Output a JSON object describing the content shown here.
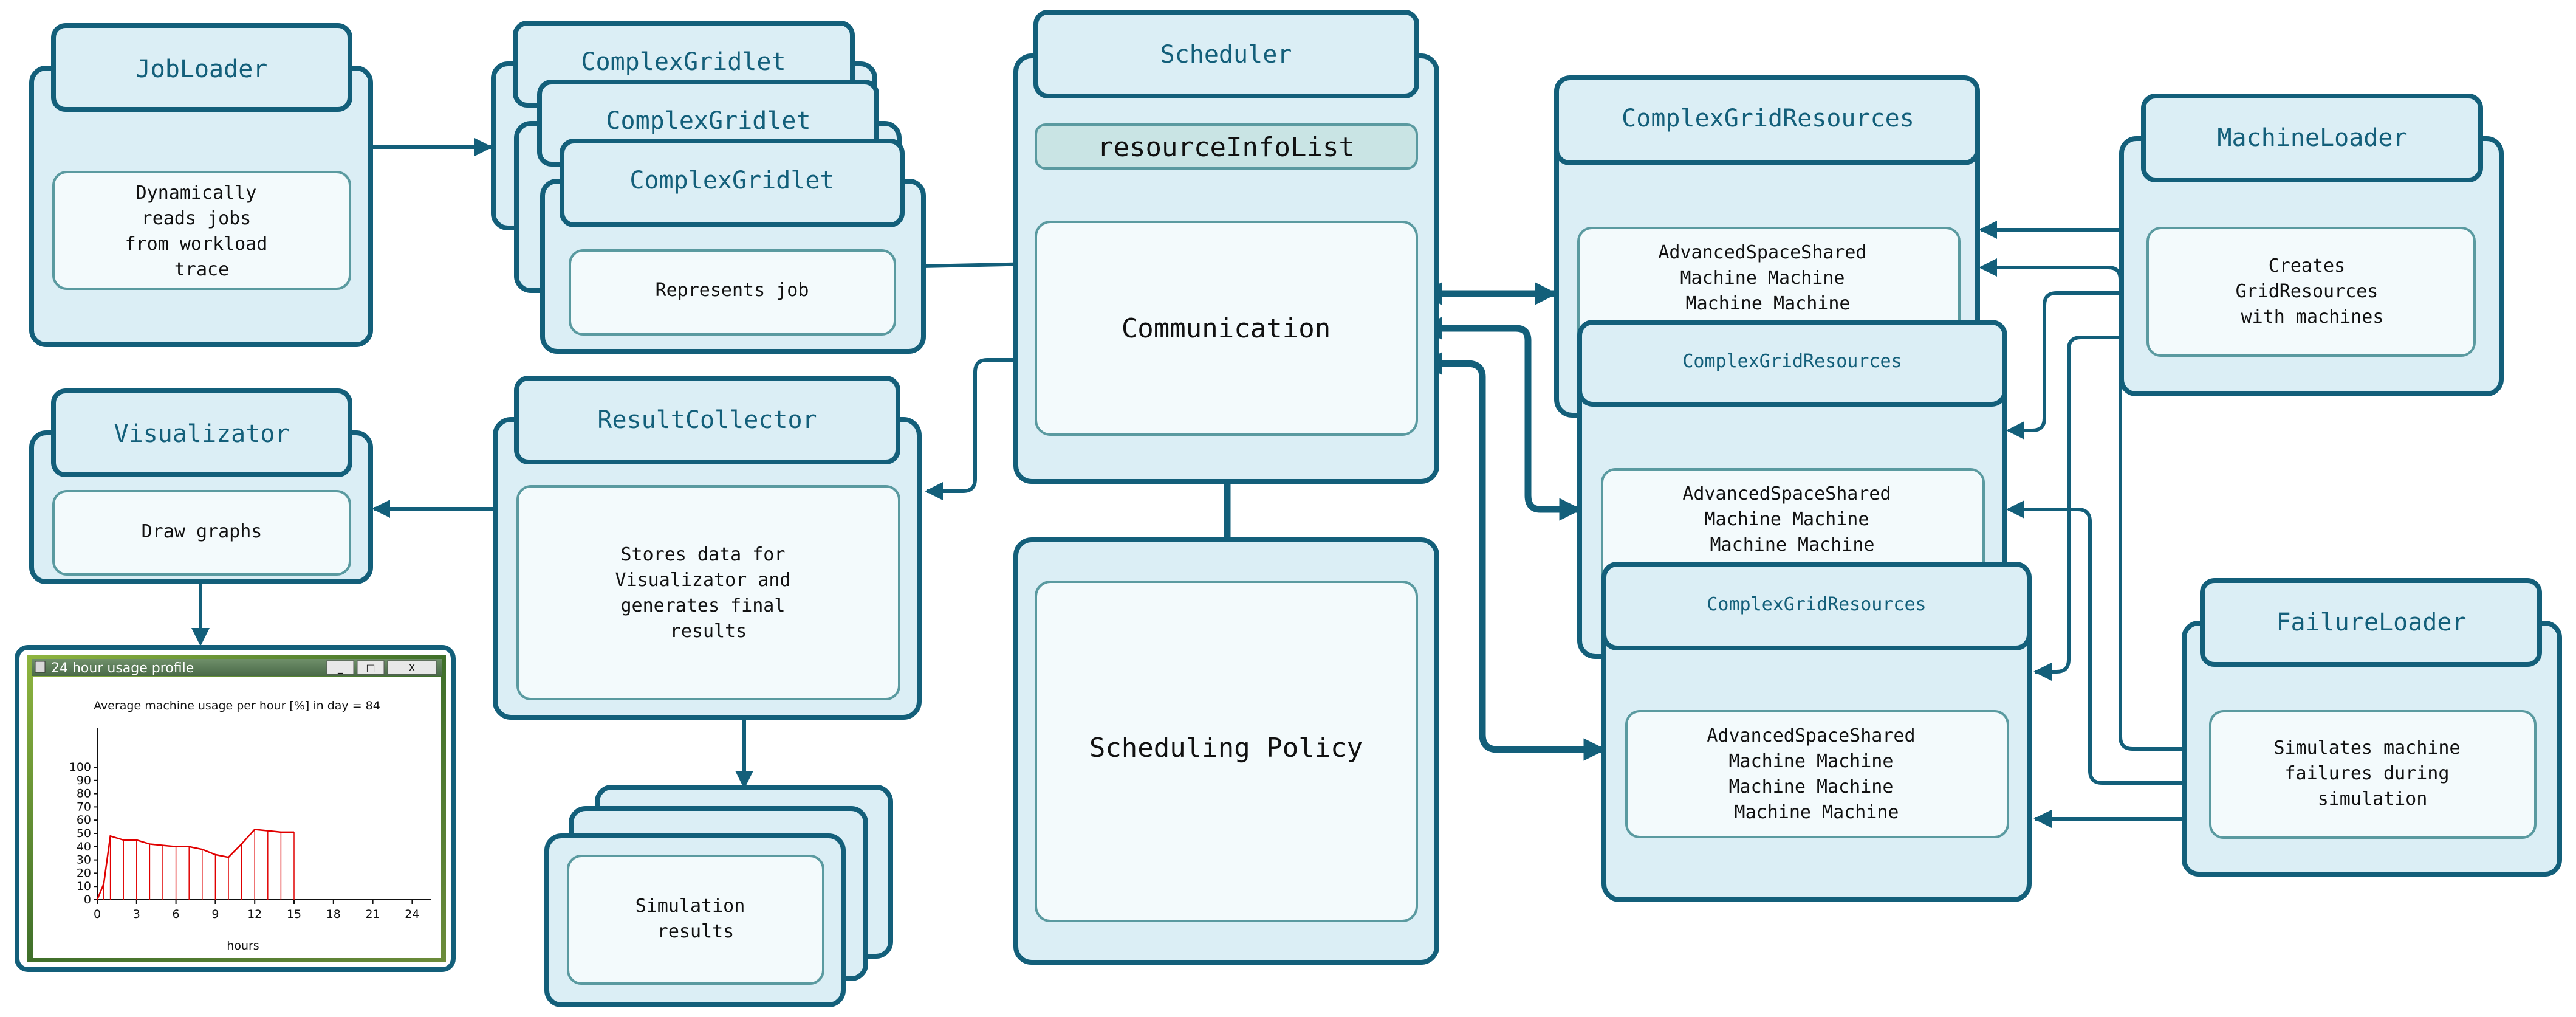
{
  "nodes": {
    "jobloader": {
      "title": "JobLoader",
      "body": [
        "Dynamically",
        "reads jobs",
        "from workload",
        "trace"
      ]
    },
    "gridlet_back2": {
      "title": "ComplexGridlet"
    },
    "gridlet_back1": {
      "title": "ComplexGridlet"
    },
    "gridlet": {
      "title": "ComplexGridlet",
      "body": [
        "Represents job"
      ]
    },
    "scheduler": {
      "title": "Scheduler",
      "list": "resourceInfoList",
      "comm": "Communication"
    },
    "policy": {
      "body": "Scheduling Policy"
    },
    "resources1": {
      "title": "ComplexGridResources",
      "body": [
        "AdvancedSpaceShared",
        "Machine   Machine",
        "Machine   Machine"
      ]
    },
    "resources2": {
      "title": "ComplexGridResources",
      "body": [
        "AdvancedSpaceShared",
        "Machine   Machine",
        "Machine   Machine"
      ]
    },
    "resources3": {
      "title": "ComplexGridResources",
      "body": [
        "AdvancedSpaceShared",
        "Machine   Machine",
        "Machine   Machine",
        "Machine   Machine"
      ]
    },
    "machineloader": {
      "title": "MachineLoader",
      "body": [
        "Creates",
        "GridResources",
        "with machines"
      ]
    },
    "failureloader": {
      "title": "FailureLoader",
      "body": [
        "Simulates machine",
        "failures during",
        "simulation"
      ]
    },
    "visualizator": {
      "title": "Visualizator",
      "body": [
        "Draw graphs"
      ]
    },
    "resultcollector": {
      "title": "ResultCollector",
      "body": [
        "Stores data for",
        "Visualizator and",
        "generates final",
        "results"
      ]
    },
    "simresults": {
      "body": [
        "Simulation",
        "results"
      ]
    }
  },
  "screenshot": {
    "window_title": "24 hour usage profile",
    "controls": [
      "_",
      "□",
      "X"
    ]
  },
  "chart_data": {
    "type": "line",
    "title": "Average machine usage per hour [%] in day = 84",
    "xlabel": "hours",
    "ylabel": "",
    "xlim": [
      0,
      25
    ],
    "ylim": [
      0,
      100
    ],
    "x_ticks": [
      0,
      3,
      6,
      9,
      12,
      15,
      18,
      21,
      24
    ],
    "y_ticks": [
      0,
      10,
      20,
      30,
      40,
      50,
      60,
      70,
      80,
      90,
      100
    ],
    "series": [
      {
        "color": "#e00000",
        "x": [
          0,
          0.5,
          1,
          2,
          3,
          4,
          5,
          6,
          7,
          8,
          9,
          10,
          11,
          12,
          13,
          14,
          15
        ],
        "y": [
          0,
          12,
          48,
          45,
          45,
          42,
          41,
          40,
          40,
          38,
          34,
          32,
          42,
          53,
          52,
          51,
          51
        ]
      }
    ],
    "grid": false,
    "legend": "none"
  },
  "colors": {
    "stroke": "#135f7a",
    "box_fill": "#dbeef5",
    "inner_fill": "#f3fafc",
    "list_fill": "#c9e4e4",
    "series": "#e00000"
  }
}
